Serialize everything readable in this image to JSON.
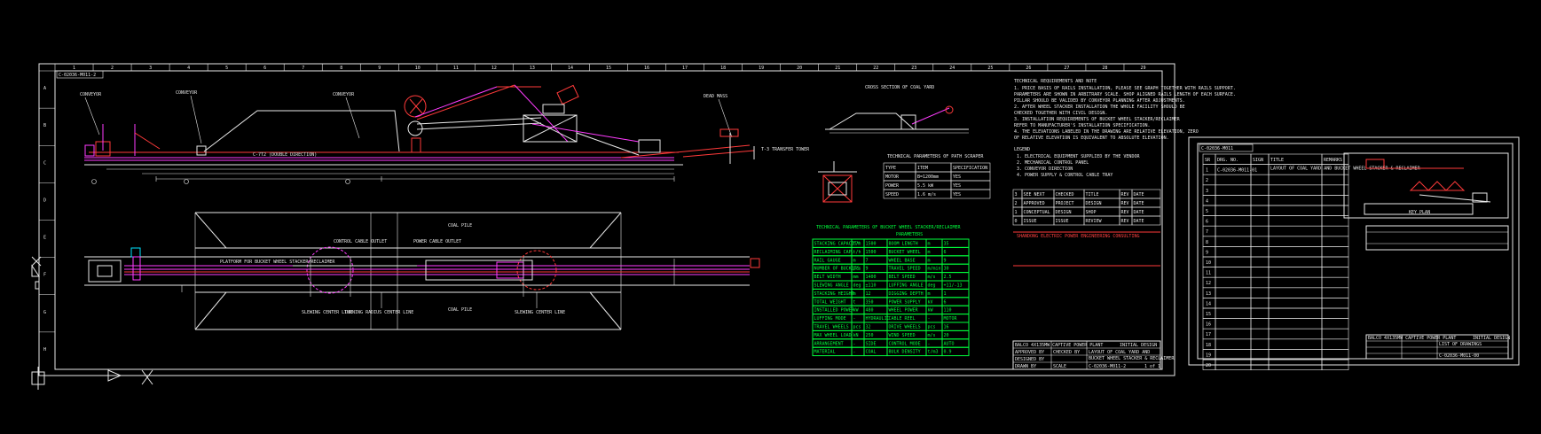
{
  "drawing": {
    "sheet_ref": "C-02036-M011-2",
    "belt_upper_label": "C-7T2 (DOUBLE DIRECTION)",
    "transfer_tower": "T-3 TRANSFER TOWER",
    "left_tags": [
      "CONVEYOR",
      "CONVEYOR",
      "CONVEYOR",
      "DEAD MASS"
    ],
    "platform_label": "PLATFORM FOR BUCKET WHEEL STACKER/RECLAIMER",
    "coal_pile_top": "COAL PILE",
    "coal_pile_bottom": "COAL PILE",
    "cable_labels": [
      "CONTROL CABLE OUTLET",
      "POWER CABLE OUTLET"
    ],
    "lower_tags": [
      "SLEWING CENTER LINE",
      "TURNING RADIUS CENTER LINE",
      "SLEWING CENTER LINE"
    ],
    "cross_section_title": "CROSS SECTION OF COAL YARD",
    "scraper_title": "TECHNICAL PARAMETERS OF PATH SCRAPER",
    "scraper_rows": [
      [
        "TYPE",
        "ITEM",
        "SPECIFICATION"
      ],
      [
        "MOTOR",
        "B=1200mm",
        "YES"
      ],
      [
        "POWER",
        "5.5 kW",
        "YES"
      ],
      [
        "SPEED",
        "1.6 m/s",
        "YES"
      ]
    ],
    "params_title": "TECHNICAL PARAMETERS OF BUCKET WHEEL STACKER/RECLAIMER",
    "params_subtitle": "PARAMETERS",
    "params_rows": [
      [
        "STACKING CAPACITY",
        "t/h",
        "1500",
        "BOOM LENGTH",
        "m",
        "35"
      ],
      [
        "RECLAIMING CAP.",
        "t/h",
        "1500",
        "BUCKET WHEEL",
        "m",
        "6"
      ],
      [
        "RAIL GAUGE",
        "m",
        "7",
        "WHEEL BASE",
        "m",
        "9"
      ],
      [
        "NUMBER OF BUCKETS",
        "pcs",
        "9",
        "TRAVEL SPEED",
        "m/min",
        "30"
      ],
      [
        "BELT WIDTH",
        "mm",
        "1400",
        "BELT SPEED",
        "m/s",
        "2.5"
      ],
      [
        "SLEWING ANGLE",
        "deg",
        "±110",
        "LUFFING ANGLE",
        "deg",
        "+11/-13"
      ],
      [
        "STACKING HEIGHT",
        "m",
        "12",
        "DIGGING DEPTH",
        "m",
        "1"
      ],
      [
        "TOTAL WEIGHT",
        "t",
        "350",
        "POWER SUPPLY",
        "kV",
        "6"
      ],
      [
        "INSTALLED POWER",
        "kW",
        "480",
        "WHEEL POWER",
        "kW",
        "110"
      ],
      [
        "LUFFING MODE",
        "-",
        "HYDRAULIC",
        "CABLE REEL",
        "-",
        "MOTOR"
      ],
      [
        "TRAVEL WHEELS",
        "pcs",
        "32",
        "DRIVE WHEELS",
        "pcs",
        "16"
      ],
      [
        "MAX WHEEL LOAD",
        "kN",
        "250",
        "WIND SPEED",
        "m/s",
        "20"
      ],
      [
        "ARRANGEMENT",
        "-",
        "SIDE",
        "CONTROL MODE",
        "-",
        "AUTO"
      ],
      [
        "MATERIAL",
        "-",
        "COAL",
        "BULK DENSITY",
        "t/m3",
        "0.9"
      ]
    ],
    "notes_title": "TECHNICAL REQUIREMENTS AND NOTE",
    "notes": [
      "1. PRICE BASIS OF RAILS INSTALLATION, PLEASE SEE GRAPH TOGETHER WITH RAILS SUPPORT.",
      "   PARAMETERS ARE SHOWN IN ARBITRARY SCALE. SHOP ALIGNED RAILS LENGTH OF EACH SURFACE.",
      "   PILLAR SHOULD BE VALIDED BY CONVEYOR PLANNING AFTER ADJUSTMENTS.",
      "2. AFTER WHEEL STACKER INSTALLATION THE WHOLE FACILITY SHOULD BE",
      "   CHECKED TOGETHER WITH CIVIL DESIGN.",
      "3. INSTALLATION REQUIREMENTS OF BUCKET WHEEL STACKER/RECLAIMER",
      "   REFER TO MANUFACTURER'S INSTALLATION SPECIFICATION.",
      "4. THE ELEVATIONS LABELED IN THE DRAWING ARE RELATIVE ELEVATION, ZERO",
      "   OF RELATIVE ELEVATION IS EQUIVALENT TO ABSOLUTE ELEVATION."
    ],
    "legend_title": "LEGEND",
    "legend": [
      "1. ELECTRICAL EQUIPMENT SUPPLIED BY THE VENDOR",
      "2. MECHANICAL CONTROL PANEL",
      "3. CONVEYOR DIRECTION",
      "4. POWER SUPPLY & CONTROL CABLE TRAY"
    ],
    "revision_rows": [
      [
        "3",
        "SEE NEXT",
        "CHECKED",
        "TITLE",
        "REV",
        "DATE"
      ],
      [
        "2",
        "APPROVED",
        "PROJECT",
        "DESIGN",
        "REV",
        "DATE"
      ],
      [
        "1",
        "CONCEPTUAL",
        "DESIGN",
        "SHOP",
        "REV",
        "DATE"
      ],
      [
        "0",
        "ISSUE",
        "ISSUE",
        "REVIEW",
        "REV",
        "DATE"
      ]
    ],
    "company_line": "SHANDONG ELECTRIC POWER ENGINEERING CONSULTING",
    "title_block": {
      "project": "BALCO  4X135MW CAPTIVE POWER PLANT",
      "stage": "INITIAL DESIGN",
      "approved": "APPROVED BY",
      "checked": "CHECKED BY",
      "designed": "DESIGNED BY",
      "drawn": "DRAWN BY",
      "title_lines": [
        "LAYOUT OF COAL YARD AND",
        "BUCKET WHEEL STACKER & RECLAIMER"
      ],
      "scale": "SCALE",
      "drawing_no": "C-02036-M011-2",
      "sheet": "1 of 1"
    },
    "right_sheet": {
      "ref": "C-02036-M011",
      "headers": [
        "SR",
        "DRG. NO.",
        "SIGN",
        "TITLE",
        "REMARKS"
      ],
      "first_entry": "C-02036-M011-01",
      "first_title": "LAYOUT OF COAL YARD AND BUCKET WHEEL STACKER & RECLAIMER",
      "row_numbers": [
        "1",
        "2",
        "3",
        "4",
        "5",
        "6",
        "7",
        "8",
        "9",
        "10",
        "11",
        "12",
        "13",
        "14",
        "15",
        "16",
        "17",
        "18",
        "19",
        "20"
      ],
      "key_plan": "KEY PLAN",
      "project": "BALCO  4X135MW CAPTIVE POWER PLANT",
      "stage": "INITIAL DESIGN",
      "title": "LIST OF DRAWINGS",
      "drawing_no": "C-02036-M011-00"
    },
    "border_numbers": [
      "1",
      "2",
      "3",
      "4",
      "5",
      "6",
      "7",
      "8",
      "9",
      "10",
      "11",
      "12",
      "13",
      "14",
      "15",
      "16",
      "17",
      "18",
      "19",
      "20",
      "21",
      "22",
      "23",
      "24",
      "25",
      "26",
      "27",
      "28",
      "29"
    ],
    "border_letters": [
      "A",
      "B",
      "C",
      "D",
      "E",
      "F",
      "G",
      "H"
    ]
  }
}
